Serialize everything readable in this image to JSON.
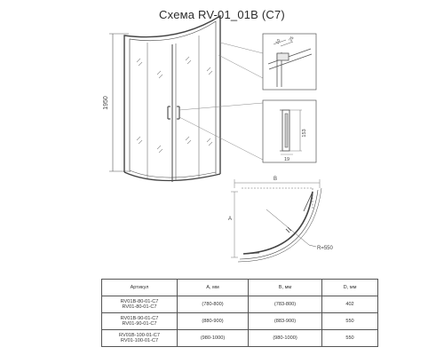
{
  "title": "Схема RV-01_01B (C7)",
  "front_view": {
    "height_label": "1950"
  },
  "detail_profile": {
    "dim_a": "10",
    "dim_b": "25"
  },
  "detail_handle": {
    "height_label": "153",
    "width_label": "19"
  },
  "plan_view": {
    "label_b": "B",
    "label_a": "A",
    "radius_label": "R=550"
  },
  "table": {
    "headers": [
      "Артикул",
      "A, мм",
      "B, мм",
      "D, мм"
    ],
    "rows": [
      {
        "article_1": "RV01B-80-01-C7",
        "article_2": "RV01-80-01-C7",
        "a": "(780-800)",
        "b": "(783-800)",
        "d": "402"
      },
      {
        "article_1": "RV01B-90-01-C7",
        "article_2": "RV01-90-01-C7",
        "a": "(880-900)",
        "b": "(883-900)",
        "d": "550"
      },
      {
        "article_1": "RV01B-100-01-C7",
        "article_2": "RV01-100-01-C7",
        "a": "(980-1000)",
        "b": "(980-1000)",
        "d": "550"
      }
    ]
  }
}
